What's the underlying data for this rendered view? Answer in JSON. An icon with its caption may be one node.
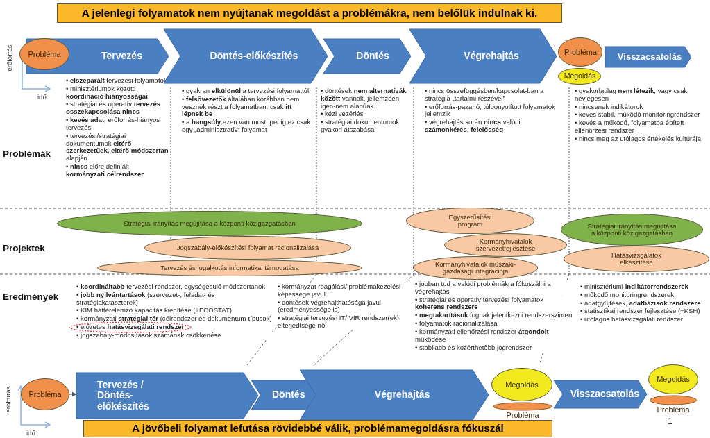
{
  "diagram": {
    "nodes": [
      {
        "text": [
          "A jelenlegi folyamatok nem nyújtanak megoldást a problémákra, nem belőlük indulnak ki."
        ]
      },
      {
        "text": [
          "Probléma"
        ]
      },
      {
        "text": [
          "Tervezés"
        ]
      },
      {
        "text": [
          "Döntés-előkészítés"
        ]
      },
      {
        "text": [
          "Döntés"
        ]
      },
      {
        "text": [
          "Végrehajtás"
        ]
      },
      {
        "text": [
          "Probléma"
        ]
      },
      {
        "text": [
          "Megoldás"
        ]
      },
      {
        "text": [
          "Visszacsatolás"
        ]
      },
      {
        "text": [
          "Stratégiai irányítás megújítása a központi közigazgatásban"
        ]
      },
      {
        "text": [
          "Jogszabály-előkészítési folyamat racionalizálása"
        ]
      },
      {
        "text": [
          "Tervezés és jogalkotás informatikai támogatása"
        ]
      },
      {
        "text": [
          "Egyszerűsítési program"
        ]
      },
      {
        "text": [
          "Kormányhivatalok szervezetfejlesztése"
        ]
      },
      {
        "text": [
          "Kormányhivatalok műszaki-gazdasági integrációja"
        ]
      },
      {
        "text": [
          "Stratégiai irányítás megújítása a központi közigazgatásban"
        ]
      },
      {
        "text": [
          "Hatásvizsgálatok elkészítése"
        ]
      },
      {
        "text": [
          "Probléma"
        ]
      },
      {
        "text": [
          "Tervezés / Döntés-előkészítés"
        ]
      },
      {
        "text": [
          "Döntés"
        ]
      },
      {
        "text": [
          "Végrehajtás"
        ]
      },
      {
        "text": [
          "Probléma"
        ]
      },
      {
        "text": [
          "Megoldás"
        ]
      },
      {
        "text": [
          "Visszacsatolás"
        ]
      },
      {
        "text": [
          "Probléma"
        ]
      },
      {
        "text": [
          "Megoldás"
        ]
      },
      {
        "text": [
          "A jövőbeli folyamat lefutása rövidebbé válik, problémamegoldásra fókuszál"
        ]
      }
    ],
    "edges": [
      {
        "from": 17,
        "to": 18,
        "arrow": "to"
      }
    ],
    "labels": [
      "erőforrás",
      "idő",
      "Problémák",
      "• **elszeparált** tervezési folyamatok",
      "• minisztériumok közötti **koordináció hiányosságai**",
      "• stratégiai és operatív **tervezés összekapcsolása nincs**",
      "• **kevés adat**, erőforrás-hiányos tervezés",
      "• tervezési/stratégiai dokumentumok **eltérő szerkezetűek, eltérő módszertan** alapján",
      "• **nincs** előre definiált **kormányzati célrendszer**",
      "• gyakran **elkülönül** a tervezési folyamattól",
      "• **felsővezetők** általában korábban nem vesznek részt a folyamatban, csak **itt lépnek be**",
      "• a **hangsúly** ezen van most, pedig ez csak egy „adminisztratív” folyamat",
      "• döntések **nem alternatívák között** vannak, jellemzően igen-nem alapúak",
      "• kézi vezérlés",
      "• stratégiai dokumentumok gyakori átszabása",
      "• nincs összefüggésben/kapcsolat-ban a stratégia „tartalmi részével”",
      "• erőforrás-pazarló, túlbonyolított folyamatok jellemzik",
      "• végrehajtás során **nincs** valódi **számonkérés**, **felelősség**",
      "• gyakorlatilag **nem létezik**, vagy csak névlegesen",
      "• nincsenek indikátorok",
      "• kevés stabil, működő monitoringrendszer",
      "• kevés a működő, folyamatba épített ellenőrzési rendszer",
      "• nincs meg az utólagos értékelés kultúrája",
      "Projektek",
      "Eredmények",
      "• **koordináltabb** tervezési rendszer, egységesülő módszertanok",
      "• **jobb nyilvántartások** (szervezet-, feladat- és stratégiakataszterek)",
      "• KIM háttérelemző kapacitás kiépítése (+ECOSTAT)",
      "• kormányzati **stratégiai tér** (célrendszer és dokumentum-típusok)",
      "• előzetes **hatásvizsgálati rendszer**",
      "• jogszabály-módosítások számának csökkenése",
      "• kormányzat reagálási/ problémakezelési képessége javul",
      "• döntések végrehajthatósága javul (eredményessége is)",
      "• stratégiai tervezési IT/ VIR rendszer(ek) elterjedtsége nő",
      "• jobban tud a valódi problémákra fókuszálni a végrehajtás",
      "• stratégiai és operatív tervezési folyamatok **koherens rendszere**",
      "• **megtakarítások** fognak jelentkezni rendszerszinten",
      "• folyamatok racionalizálása",
      "• kormányzati ellenőrzési rendszer **átgondolt** működése",
      "• stabilabb és közérthetőbb jogrendszer",
      "• minisztériumi **indikátorrendszerek**",
      "• működő monitoringrendszerek",
      "• adatgyűjtések, **adatbázisok rendszere**",
      "• statisztikai rendszer fejlesztése (+KSH)",
      "• utólagos hatásvizsgálati rendszer",
      "erőforrás",
      "idő",
      "1"
    ]
  }
}
